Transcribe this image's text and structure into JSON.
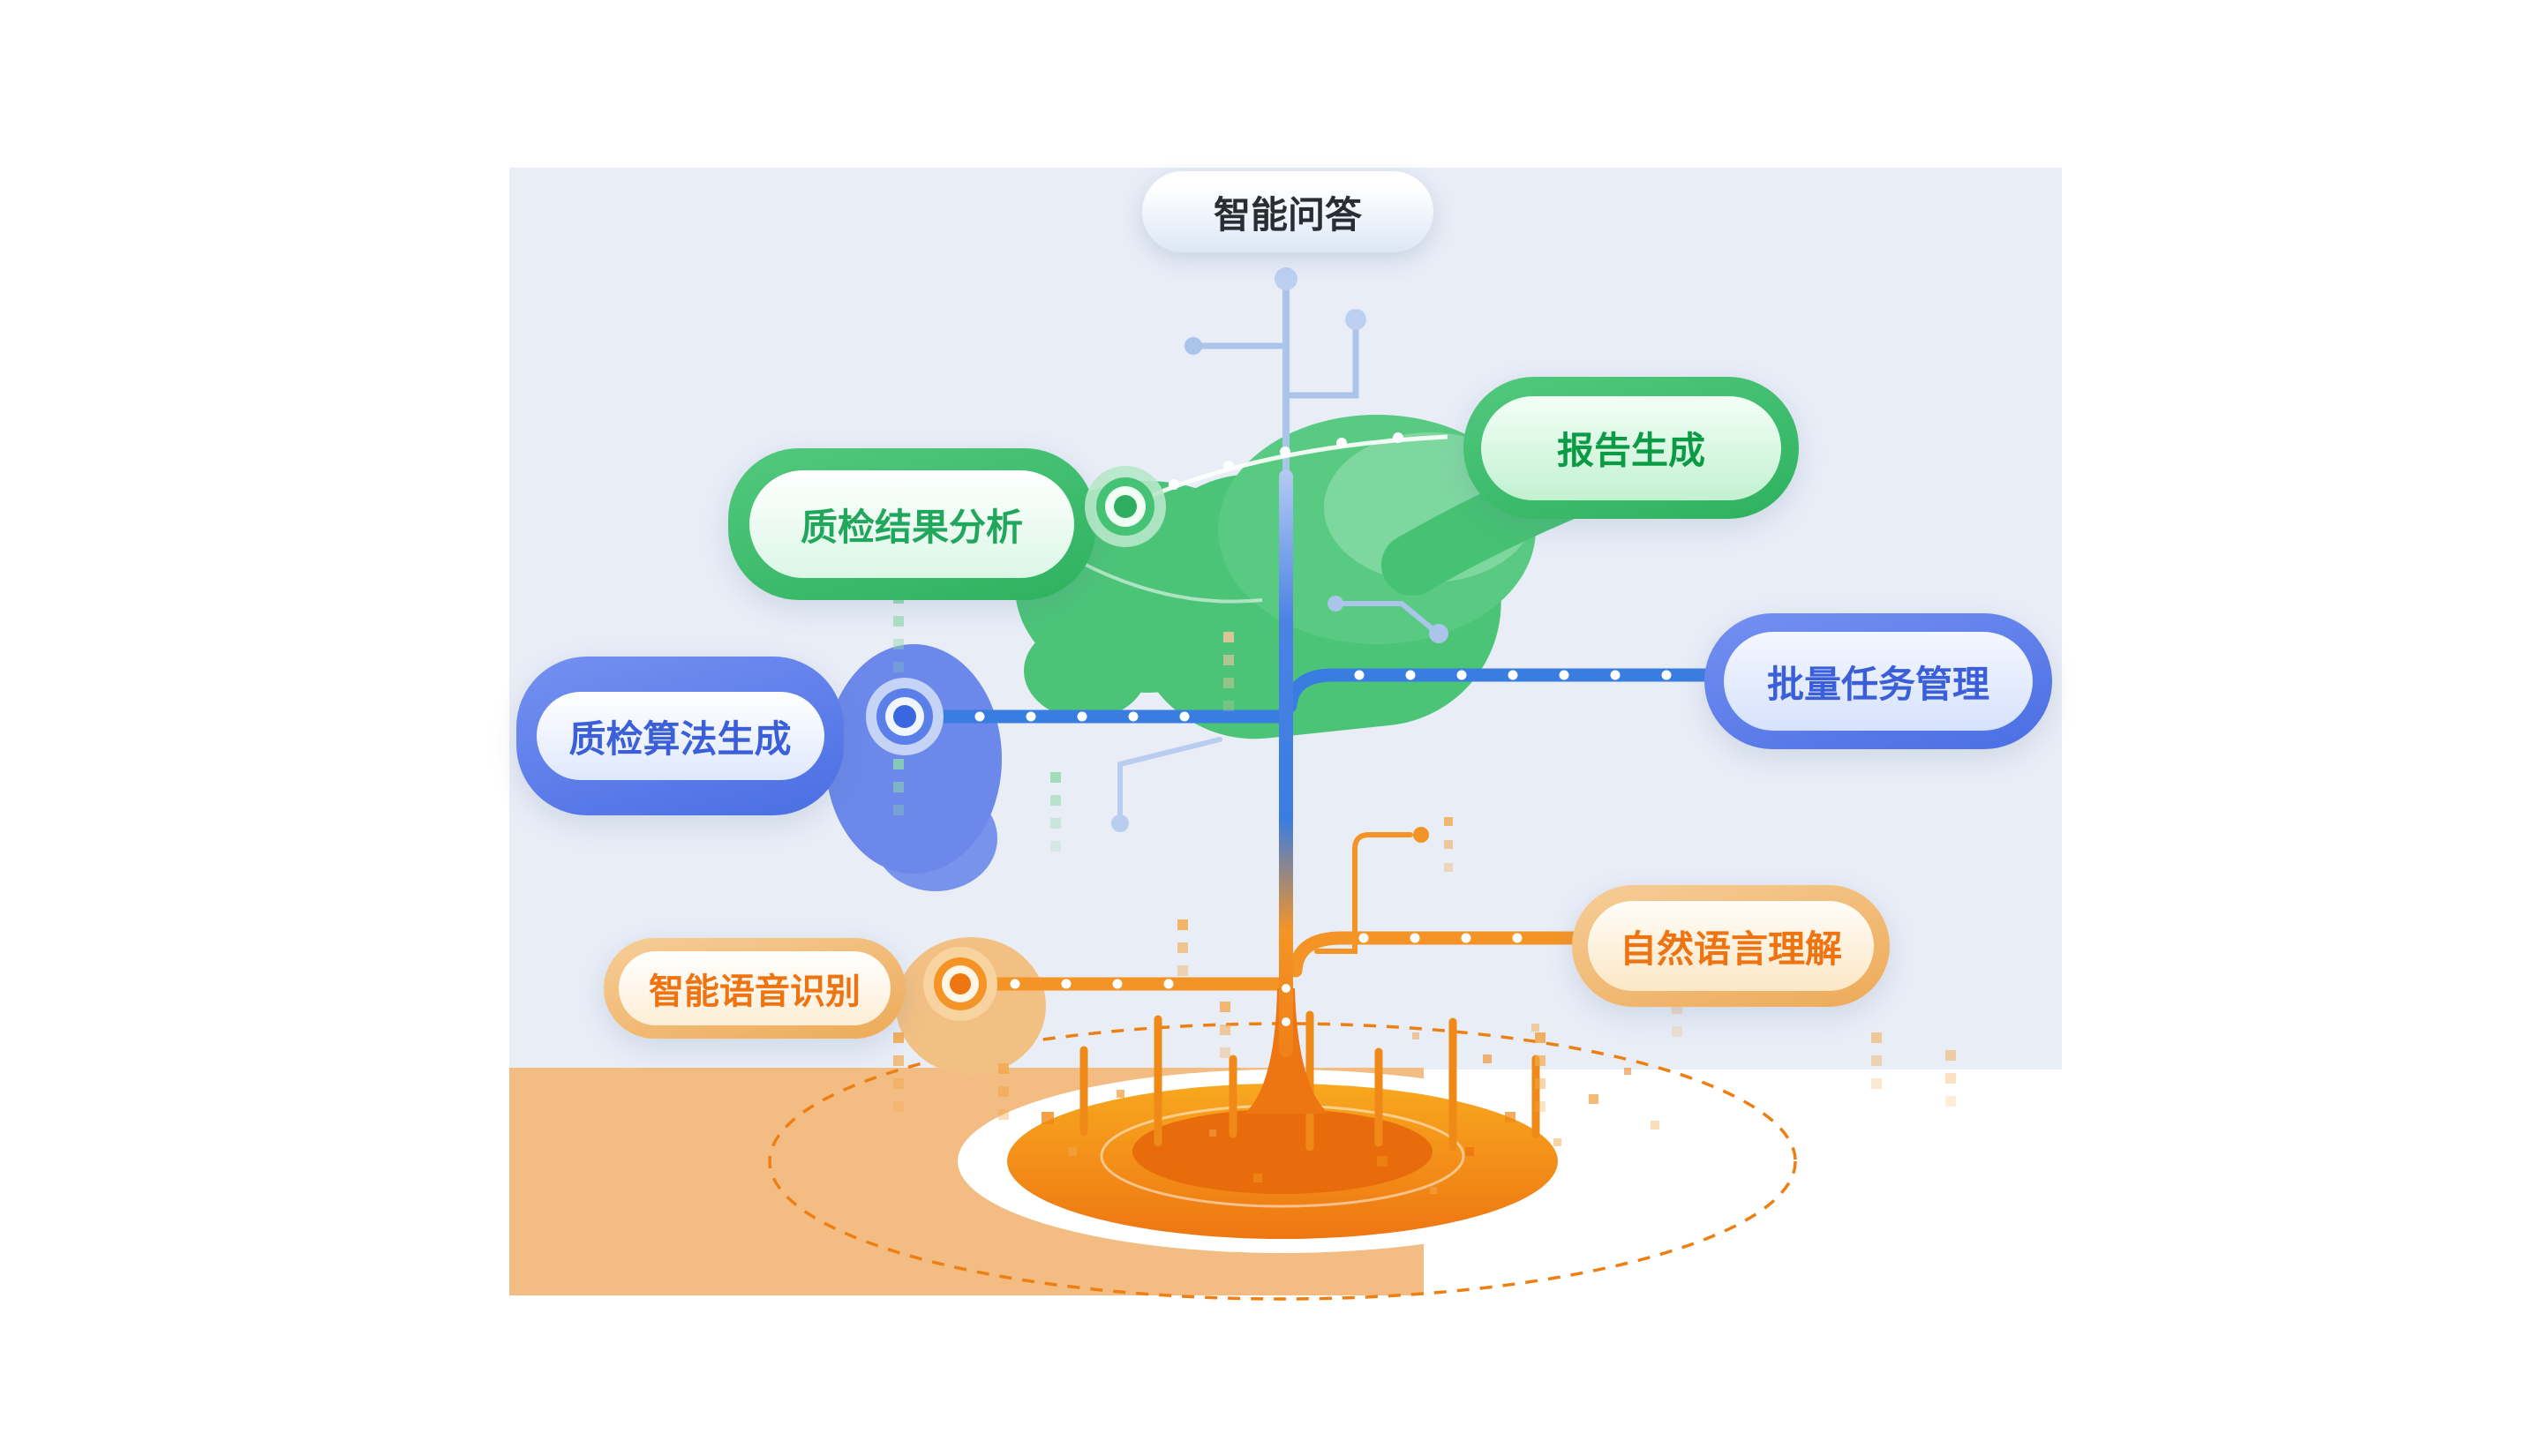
{
  "diagram": {
    "nodes": [
      {
        "id": "qa",
        "label": "智能问答",
        "theme": "neutral",
        "text_color": "#2a2d34"
      },
      {
        "id": "report",
        "label": "报告生成",
        "theme": "green",
        "text_color": "#0b9b45"
      },
      {
        "id": "qc_analysis",
        "label": "质检结果分析",
        "theme": "green",
        "text_color": "#21a75c"
      },
      {
        "id": "batch_task",
        "label": "批量任务管理",
        "theme": "blue",
        "text_color": "#3a5fd9"
      },
      {
        "id": "qc_algo",
        "label": "质检算法生成",
        "theme": "blue",
        "text_color": "#3a5fd9"
      },
      {
        "id": "nlu",
        "label": "自然语言理解",
        "theme": "orange",
        "text_color": "#ee7311"
      },
      {
        "id": "asr",
        "label": "智能语音识别",
        "theme": "orange",
        "text_color": "#ee7311"
      }
    ],
    "palette": {
      "panel_background": "#e8edf6",
      "ground_block": "#f2bc82",
      "green": "#45c273",
      "blue": "#5b7fe8",
      "branch_blue": "#3a7de0",
      "light_blue": "#aac4ea",
      "orange": "#f49426",
      "deep_orange": "#ee7612"
    }
  }
}
